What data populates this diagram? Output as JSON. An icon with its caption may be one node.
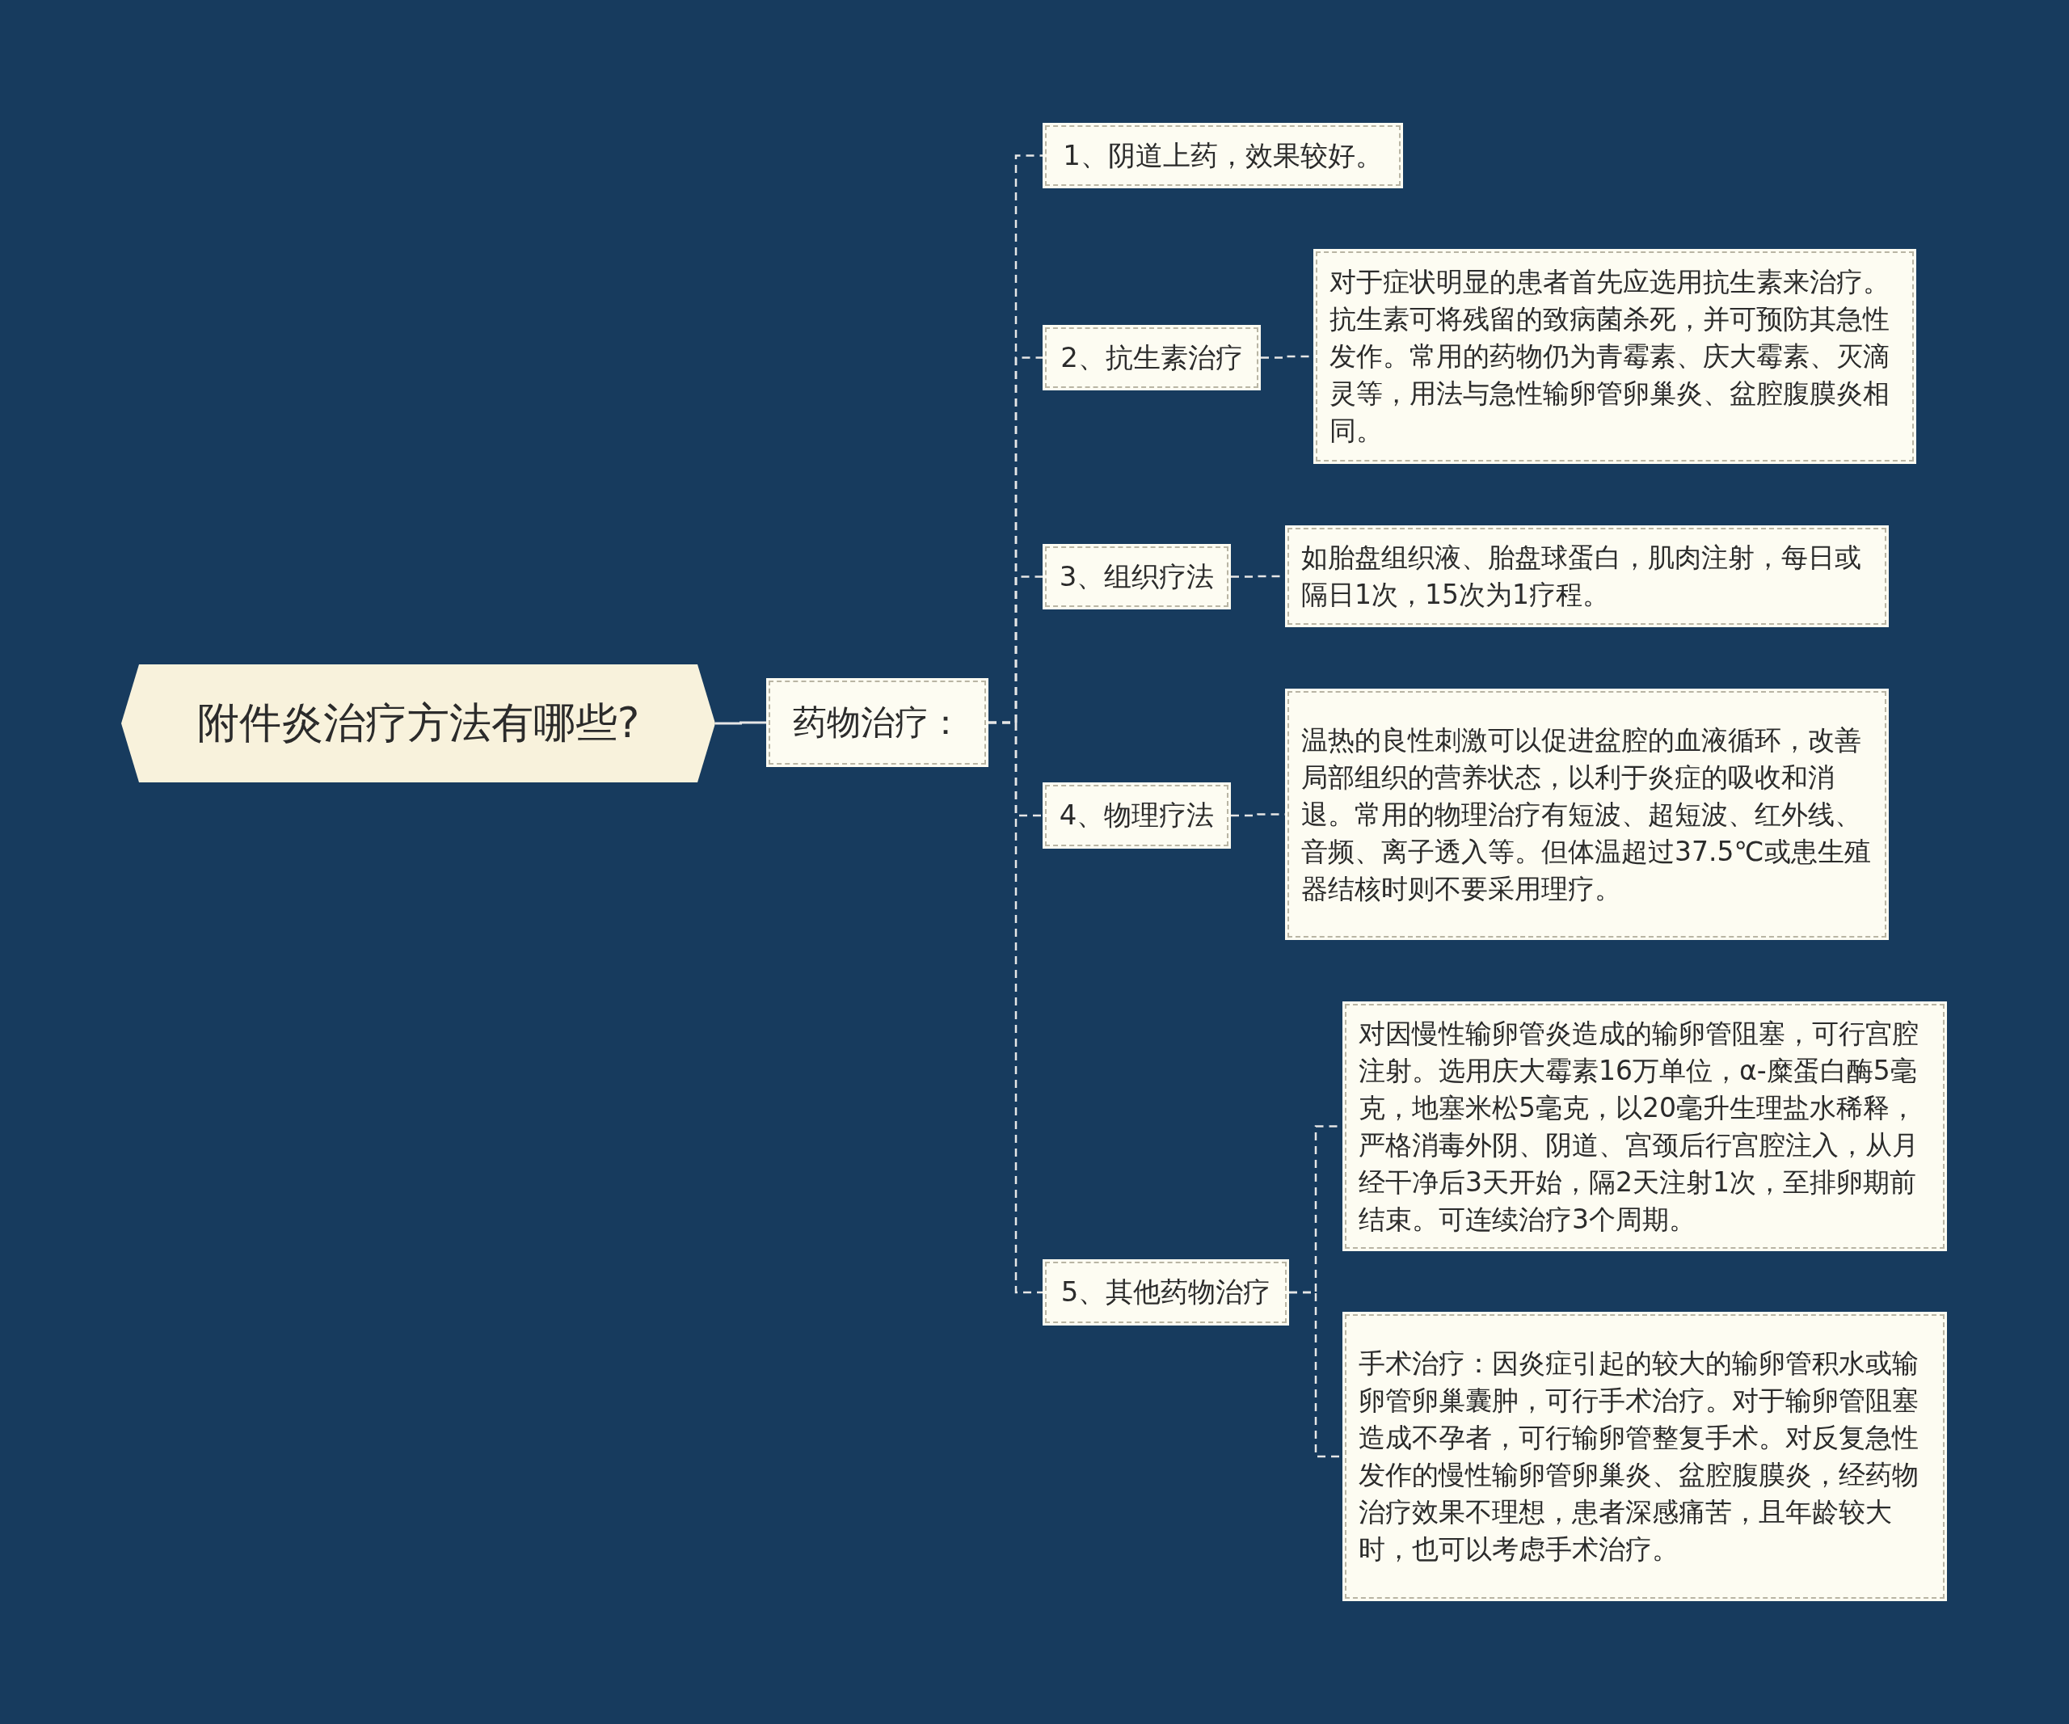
{
  "diagram": {
    "nodes": [
      {
        "text": [
          "附件炎治疗方法有哪些?"
        ]
      },
      {
        "text": [
          "药物治疗："
        ]
      },
      {
        "text": [
          "1、阴道上药，效果较好。"
        ]
      },
      {
        "text": [
          "2、抗生素治疗"
        ]
      },
      {
        "text": [
          "对于症状明显的患者首先应选用抗生素来治疗。抗生素可将残留的致病菌杀死，并可预防其急性发作。常用的药物仍为青霉素、庆大霉素、灭滴灵等，用法与急性输卵管卵巢炎、盆腔腹膜炎相同。"
        ]
      },
      {
        "text": [
          "3、组织疗法"
        ]
      },
      {
        "text": [
          "如胎盘组织液、胎盘球蛋白，肌肉注射，每日或隔日1次，15次为1疗程。"
        ]
      },
      {
        "text": [
          "4、物理疗法"
        ]
      },
      {
        "text": [
          "温热的良性刺激可以促进盆腔的血液循环，改善局部组织的营养状态，以利于炎症的吸收和消退。常用的物理治疗有短波、超短波、红外线、音频、离子透入等。但体温超过37.5℃或患生殖器结核时则不要采用理疗。"
        ]
      },
      {
        "text": [
          "5、其他药物治疗"
        ]
      },
      {
        "text": [
          "对因慢性输卵管炎造成的输卵管阻塞，可行宫腔注射。选用庆大霉素16万单位，α-糜蛋白酶5毫克，地塞米松5毫克，以20毫升生理盐水稀释，严格消毒外阴、阴道、宫颈后行宫腔注入，从月经干净后3天开始，隔2天注射1次，至排卵期前结束。可连续治疗3个周期。"
        ]
      },
      {
        "text": [
          "手术治疗：因炎症引起的较大的输卵管积水或输卵管卵巢囊肿，可行手术治疗。对于输卵管阻塞造成不孕者，可行输卵管整复手术。对反复急性发作的慢性输卵管卵巢炎、盆腔腹膜炎，经药物治疗效果不理想，患者深感痛苦，且年龄较大时，也可以考虑手术治疗。"
        ]
      }
    ],
    "edges": [
      {
        "from": 0,
        "to": 1,
        "arrow": "none"
      },
      {
        "from": 1,
        "to": 2,
        "arrow": "none",
        "style": "dashed"
      },
      {
        "from": 1,
        "to": 3,
        "arrow": "none",
        "style": "dashed"
      },
      {
        "from": 1,
        "to": 5,
        "arrow": "none",
        "style": "dashed"
      },
      {
        "from": 1,
        "to": 7,
        "arrow": "none",
        "style": "dashed"
      },
      {
        "from": 1,
        "to": 9,
        "arrow": "none",
        "style": "dashed"
      },
      {
        "from": 3,
        "to": 4,
        "arrow": "none",
        "style": "dashed"
      },
      {
        "from": 5,
        "to": 6,
        "arrow": "none",
        "style": "dashed"
      },
      {
        "from": 7,
        "to": 8,
        "arrow": "none",
        "style": "dashed"
      },
      {
        "from": 9,
        "to": 10,
        "arrow": "none",
        "style": "dashed"
      },
      {
        "from": 9,
        "to": 11,
        "arrow": "none",
        "style": "dashed"
      }
    ]
  }
}
